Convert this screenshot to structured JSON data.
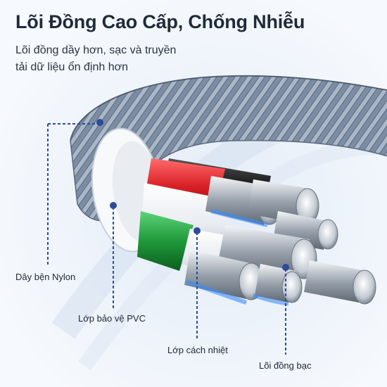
{
  "header": {
    "title": "Lõi Đồng Cao Cấp, Chống Nhiễu",
    "subtitle_lines": [
      "Lõi đồng dầy hơn, sạc và truyền",
      "tải dữ liệu ổn định hơn"
    ]
  },
  "callouts": {
    "nylon": "Dây bện Nylon",
    "pvc": "Lớp bảo vệ PVC",
    "insulation": "Lớp cách nhiệt",
    "copper_core": "Lõi đồng bạc"
  },
  "colors": {
    "background": "#f3f7fc",
    "braid": "#6d7e95",
    "callout_line": "#2d4b9a",
    "wire_red": "#d81f26",
    "wire_green": "#1f9a3a",
    "wire_white": "#eef1f5",
    "wire_black": "#1a1a1a",
    "glow_blue": "#3a8dff"
  }
}
